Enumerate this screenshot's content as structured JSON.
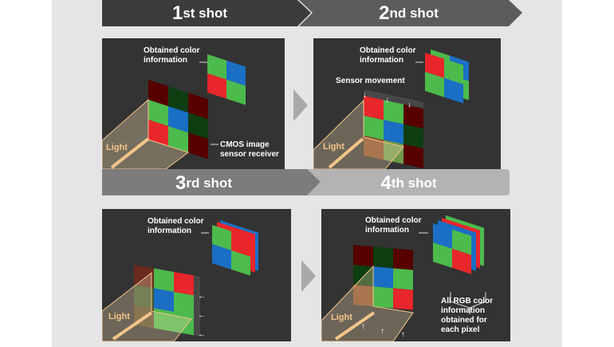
{
  "banners": [
    {
      "num": "1",
      "suffix": "st shot"
    },
    {
      "num": "2",
      "suffix": "nd shot"
    },
    {
      "num": "3",
      "suffix": "rd shot"
    },
    {
      "num": "4",
      "suffix": "th shot"
    }
  ],
  "labels": {
    "obtained_1": "Obtained color",
    "obtained_2": "information",
    "light": "Light",
    "cmos_1": "CMOS image",
    "cmos_2": "sensor receiver",
    "sensor_movement": "Sensor movement",
    "all_rgb_1": "All RGB color",
    "all_rgb_2": "information",
    "all_rgb_3": "obtained for",
    "all_rgb_4": "each pixel"
  },
  "colors": {
    "red": "#e8262b",
    "green": "#4cbb4c",
    "blue": "#1a6fc4",
    "dark_red": "#560000",
    "dark_green": "#0e3d12",
    "beam": "#f3c58a"
  }
}
